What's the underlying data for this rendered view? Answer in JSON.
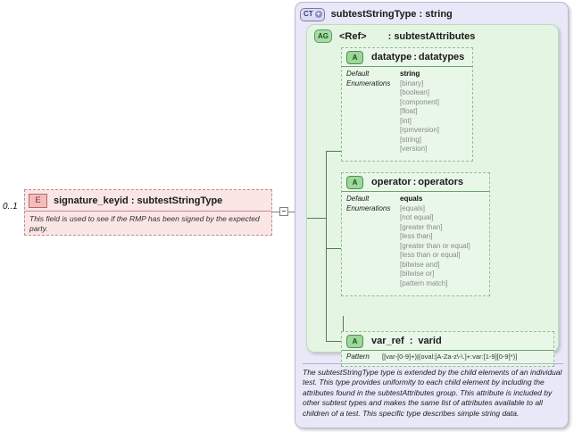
{
  "left": {
    "cardinality": "0..1",
    "icon": "element-icon",
    "name": "signature_keyid",
    "separator": ":",
    "type": "subtestStringType",
    "title": "signature_keyid : subtestStringType",
    "documentation": "This field is used to see if the RMP has been signed by the expected party."
  },
  "complex_type": {
    "icon": "complextype-icon",
    "icon_text": "CT",
    "expand_glyph": "+",
    "title": "subtestStringType : string",
    "documentation": "The subtestStringType type is extended by the child elements of an individual test.  This type provides uniformity to each child element by including the attributes found in the subtestAttributes group.  This attribute is included by other subtest types and makes the same list of attributes available to all children of a test.  This specific type describes simple string data.",
    "attribute_group": {
      "icon": "attributegroup-icon",
      "icon_text": "AG",
      "ref_label": "<Ref>",
      "separator": ":",
      "ref_type": "subtestAttributes",
      "attributes": [
        {
          "icon": "attribute-icon",
          "icon_text": "A",
          "name": "datatype",
          "separator": ":",
          "type": "datatypes",
          "facets": {
            "default_label": "Default",
            "enumerations_label": "Enumerations",
            "default_value": "string",
            "enumerations": [
              "[binary]",
              "[boolean]",
              "[component]",
              "[float]",
              "[int]",
              "[rpmversion]",
              "[string]",
              "[version]"
            ]
          }
        },
        {
          "icon": "attribute-icon",
          "icon_text": "A",
          "name": "operator",
          "separator": ":",
          "type": "operators",
          "facets": {
            "default_label": "Default",
            "enumerations_label": "Enumerations",
            "default_value": "equals",
            "enumerations": [
              "[equals]",
              "[not equal]",
              "[greater than]",
              "[less than]",
              "[greater than or equal]",
              "[less than or equal]",
              "[bitwise and]",
              "[bitwise or]",
              "[pattern match]"
            ]
          }
        },
        {
          "icon": "attribute-icon",
          "icon_text": "A",
          "name": "var_ref",
          "separator": ":",
          "type": "varid",
          "facets": {
            "pattern_label": "Pattern",
            "pattern_value": "[[var-[0-9]+)|(oval:[A-Za-z\\-\\.]+:var:[1-9][0-9]*)]"
          }
        }
      ]
    }
  },
  "colors": {
    "complextype_bg": "#e8e8f8",
    "attributegroup_bg": "#e4f5e4",
    "attribute_bg": "#e9f7e9",
    "element_bg": "#fbe6e6",
    "element_border": "#c08c8c",
    "connector": "#808080"
  }
}
